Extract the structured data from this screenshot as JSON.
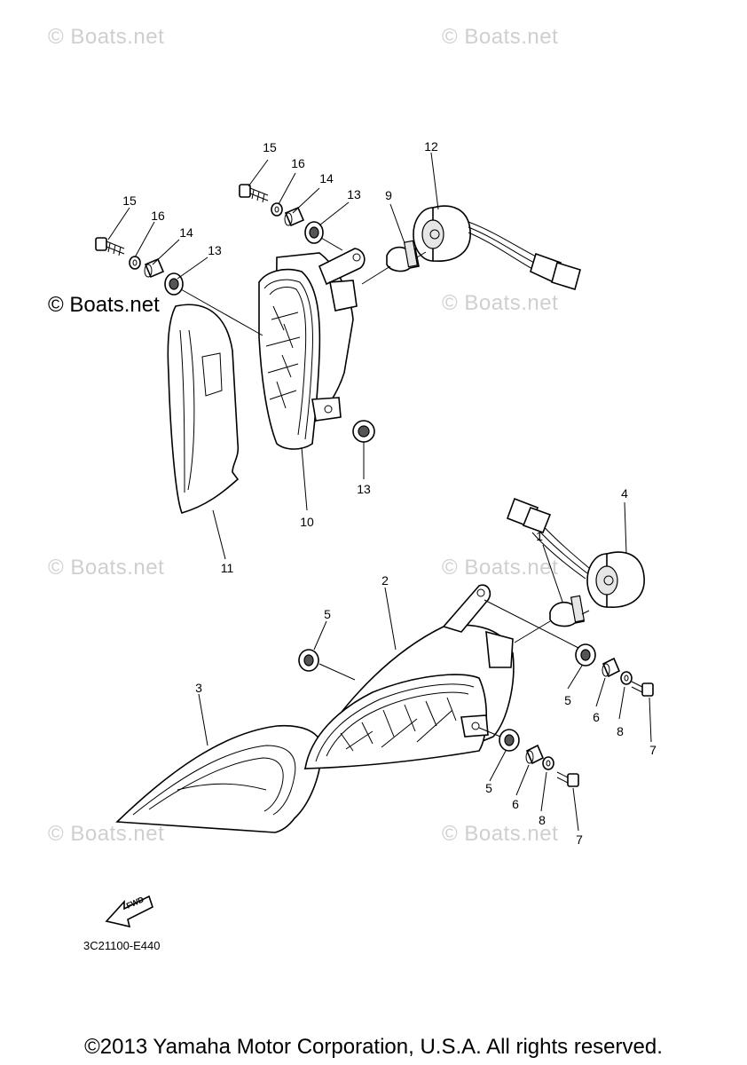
{
  "watermarks": [
    {
      "id": "wm1",
      "text": "© Boats.net"
    },
    {
      "id": "wm2",
      "text": "© Boats.net"
    },
    {
      "id": "wm3",
      "text": "© Boats.net"
    },
    {
      "id": "wm4",
      "text": "© Boats.net"
    },
    {
      "id": "wm5",
      "text": "© Boats.net"
    },
    {
      "id": "wm6",
      "text": "© Boats.net"
    },
    {
      "id": "wm7",
      "text": "© Boats.net"
    }
  ],
  "watermark_dark": "© Boats.net",
  "callouts": {
    "c15a": "15",
    "c16a": "16",
    "c14a": "14",
    "c13a": "13",
    "c15b": "15",
    "c16b": "16",
    "c14b": "14",
    "c13b": "13",
    "c9": "9",
    "c12": "12",
    "c13c": "13",
    "c10": "10",
    "c11": "11",
    "c4": "4",
    "c1": "1",
    "c2": "2",
    "c5a": "5",
    "c3": "3",
    "c5b": "5",
    "c6a": "6",
    "c8a": "8",
    "c7a": "7",
    "c5c": "5",
    "c6b": "6",
    "c8b": "8",
    "c7b": "7"
  },
  "fwd_label": "FWD",
  "part_code": "3C21100-E440",
  "copyright": "©2013 Yamaha Motor Corporation, U.S.A. All rights reserved."
}
